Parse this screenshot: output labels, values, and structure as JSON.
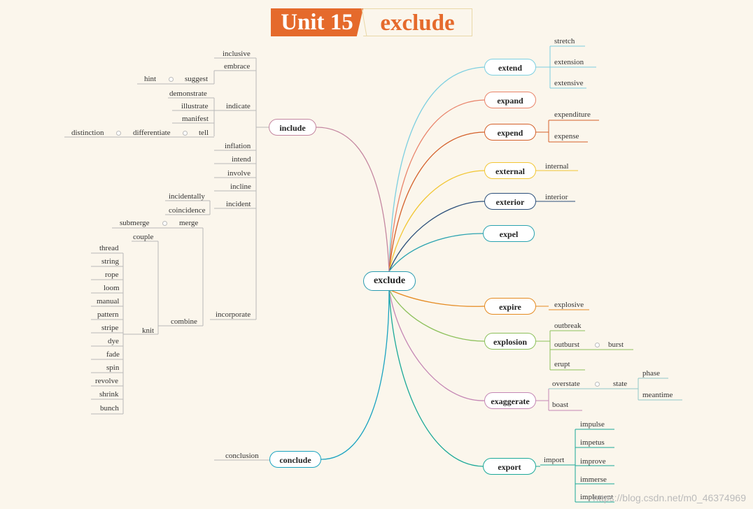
{
  "title": {
    "unit": "Unit 15",
    "word": "exclude"
  },
  "center": "exclude",
  "right": {
    "extend": {
      "label": "extend",
      "color": "#7ccfe0",
      "children": [
        "stretch",
        "extension",
        "extensive"
      ]
    },
    "expand": {
      "label": "expand",
      "color": "#e9836a"
    },
    "expend": {
      "label": "expend",
      "color": "#d4602a",
      "children": [
        "expenditure",
        "expense"
      ]
    },
    "external": {
      "label": "external",
      "color": "#f2c633",
      "children": [
        "internal"
      ]
    },
    "exterior": {
      "label": "exterior",
      "color": "#2b4f7a",
      "children": [
        "interior"
      ]
    },
    "expel": {
      "label": "expel",
      "color": "#2aa3b0"
    },
    "expire": {
      "label": "expire",
      "color": "#e58a20",
      "children": [
        "explosive"
      ]
    },
    "explosion": {
      "label": "explosion",
      "color": "#8cc05a",
      "children": [
        "outbreak",
        "outburst",
        "burst",
        "erupt"
      ]
    },
    "exaggerate": {
      "label": "exaggerate",
      "color": "#c486b4",
      "children": [
        "overstate",
        "state",
        "phase",
        "meantime",
        "boast"
      ]
    },
    "export": {
      "label": "export",
      "color": "#1aa898",
      "children": [
        "import",
        "impulse",
        "impetus",
        "improve",
        "immerse",
        "implement"
      ]
    }
  },
  "left": {
    "include": {
      "label": "include",
      "color": "#c486a0",
      "children": [
        "inclusive",
        "embrace",
        "hint",
        "suggest",
        "demonstrate",
        "illustrate",
        "indicate",
        "manifest",
        "distinction",
        "differentiate",
        "tell",
        "inflation",
        "intend",
        "involve",
        "incline",
        "incidentally",
        "coincidence",
        "incident",
        "submerge",
        "merge",
        "couple",
        "incorporate",
        "combine",
        "knit"
      ],
      "knit_children": [
        "thread",
        "string",
        "rope",
        "loom",
        "manual",
        "pattern",
        "stripe",
        "dye",
        "fade",
        "spin",
        "revolve",
        "shrink",
        "bunch"
      ]
    },
    "conclude": {
      "label": "conclude",
      "color": "#1aa3c0",
      "children": [
        "conclusion"
      ]
    }
  },
  "watermark": "https://blog.csdn.net/m0_46374969"
}
